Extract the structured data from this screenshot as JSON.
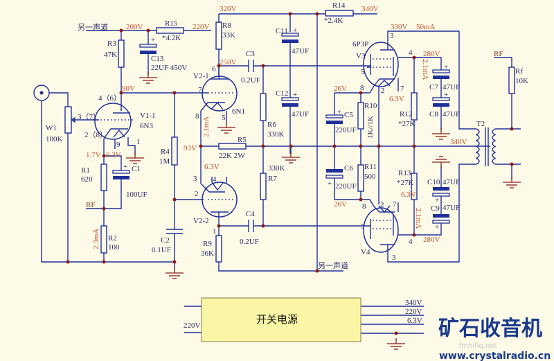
{
  "colors": {
    "wire": "#1f2f9a",
    "node": "#8b1a1a",
    "voltage_label": "#c0502a",
    "background": "#fdfbe8",
    "power_box": "#fbf5a6",
    "watermark": "#1a3a8c"
  },
  "labels": {
    "other_channel_top": "另一声道",
    "other_channel_bottom": "另一声道",
    "rf_input": "RF",
    "rf_output": "RF",
    "t2": "T2"
  },
  "voltages": {
    "v200": "200V",
    "v220": "220V",
    "v320": "320V",
    "v340_top": "340V",
    "v90": "90V",
    "v250": "250V",
    "v93": "93V",
    "v1_7": "1.7V",
    "v1_heater": "6.3V",
    "v2_heater": "6.3V",
    "v3_anode": "330V",
    "v3_current": "50mA",
    "v3_screen": "280V",
    "v3_cathode": "26V",
    "v3_heater": "6.3V",
    "v4_screen": "280V",
    "v4_cathode": "26V",
    "v4_heater": "6.3V",
    "v340_mid": "340V",
    "i_r2": "2.3mA",
    "i_v21": "2.1mA",
    "i_r12": "2.1mA",
    "i_r13": "2.1mA"
  },
  "components": {
    "R1": {
      "ref": "R1",
      "value": "620"
    },
    "R2": {
      "ref": "R2",
      "value": "100"
    },
    "R3": {
      "ref": "R3",
      "value": "47K"
    },
    "R4": {
      "ref": "R4",
      "value": "1M"
    },
    "R5": {
      "ref": "R5",
      "value": "22K 2W"
    },
    "R6": {
      "ref": "R6",
      "value": "330K"
    },
    "R7": {
      "ref": "R7",
      "value": "330K"
    },
    "R8": {
      "ref": "R8",
      "value": "33K"
    },
    "R9": {
      "ref": "R9",
      "value": "36K"
    },
    "R10": {
      "ref": "R10",
      "value": "1K//1K"
    },
    "R11": {
      "ref": "R11",
      "value": "500"
    },
    "R12": {
      "ref": "R12",
      "value": "*27K"
    },
    "R13": {
      "ref": "R13",
      "value": "*27K"
    },
    "R14": {
      "ref": "R14",
      "value": "*2.4K"
    },
    "R15": {
      "ref": "R15",
      "value": "*4.2K"
    },
    "Rf": {
      "ref": "Rf",
      "value": "10K"
    },
    "W1": {
      "ref": "W1",
      "value": "100K"
    },
    "C1": {
      "ref": "C1",
      "value": "100UF"
    },
    "C2": {
      "ref": "C2",
      "value": "0.1UF"
    },
    "C3": {
      "ref": "C3",
      "value": "0.2UF"
    },
    "C4": {
      "ref": "C4",
      "value": "0.2UF"
    },
    "C5": {
      "ref": "C5",
      "value": "220UF"
    },
    "C6": {
      "ref": "C6",
      "value": "220UF"
    },
    "C7": {
      "ref": "C7",
      "value": "47UF"
    },
    "C8": {
      "ref": "C8",
      "value": "47UF"
    },
    "C9": {
      "ref": "C9",
      "value": "47UF"
    },
    "C10": {
      "ref": "C10",
      "value": "47UF"
    },
    "C11": {
      "ref": "C11",
      "value": "47UF"
    },
    "C12": {
      "ref": "C12",
      "value": "47UF"
    },
    "C13": {
      "ref": "C13",
      "value": "22UF 450V"
    }
  },
  "tubes": {
    "V1": {
      "ref": "V1-1",
      "type": "6N3",
      "pins": {
        "anode": "4（6）",
        "grid": "3（7）",
        "cathode": "2（8）",
        "heater_a": "9",
        "heater_b": "1"
      }
    },
    "V21": {
      "ref": "V2-1",
      "type": "6N1",
      "pins": {
        "anode": "6",
        "grid": "7",
        "cathode": "8",
        "heater": "5"
      }
    },
    "V22": {
      "ref": "V2-2",
      "pins": {
        "anode": "1",
        "grid": "2",
        "cathode": "3",
        "heater": "4"
      }
    },
    "V3": {
      "ref": "V3",
      "type": "6P3P",
      "pins": {
        "anode": "3",
        "screen": "4",
        "grid": "5",
        "cathode": "8",
        "heater_a": "2",
        "heater_b": "7"
      }
    },
    "V4": {
      "ref": "V4",
      "pins": {
        "anode": "3",
        "screen": "4",
        "grid": "5",
        "cathode": "8",
        "heater_a": "2",
        "heater_b": "7"
      }
    }
  },
  "power_supply": {
    "title": "开关电源",
    "input": "220V",
    "outputs": [
      "340V",
      "220V",
      "6.3V"
    ]
  },
  "watermark": {
    "title": "矿石收音机",
    "url": "www.crystalradio.cn",
    "faint": "fmhifiq.net"
  }
}
